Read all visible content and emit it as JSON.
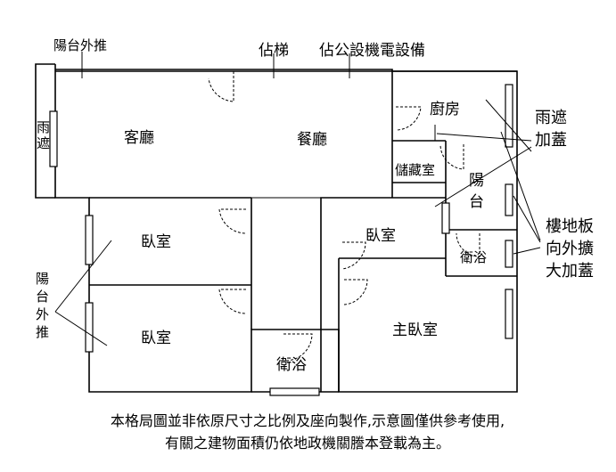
{
  "top_labels": {
    "balcony_out": "陽台外推",
    "stairs": "佔梯",
    "facilities": "佔公設機電設備"
  },
  "rooms": {
    "living": "客廳",
    "dining": "餐廳",
    "kitchen": "廚房",
    "storage": "儲藏室",
    "balcony_right_1": "陽",
    "balcony_right_2": "台",
    "bed_left_top": "臥室",
    "bed_left_bottom": "臥室",
    "bed_center": "臥室",
    "bath_right": "衛浴",
    "bath_bottom": "衛浴",
    "master": "主臥室"
  },
  "rain_cover_left": [
    "雨",
    "遮"
  ],
  "callouts": {
    "rain_cover": [
      "雨遮",
      "加蓋"
    ],
    "floor_slab": [
      "樓地板",
      "向外擴",
      "大加蓋"
    ],
    "balcony_left": [
      "陽",
      "台",
      "外",
      "推"
    ]
  },
  "disclaimer": [
    "本格局圖並非依原尺寸之比例及座向製作,示意圖僅供參考使用,",
    "有關之建物面積仍依地政機關謄本登載為主。"
  ]
}
